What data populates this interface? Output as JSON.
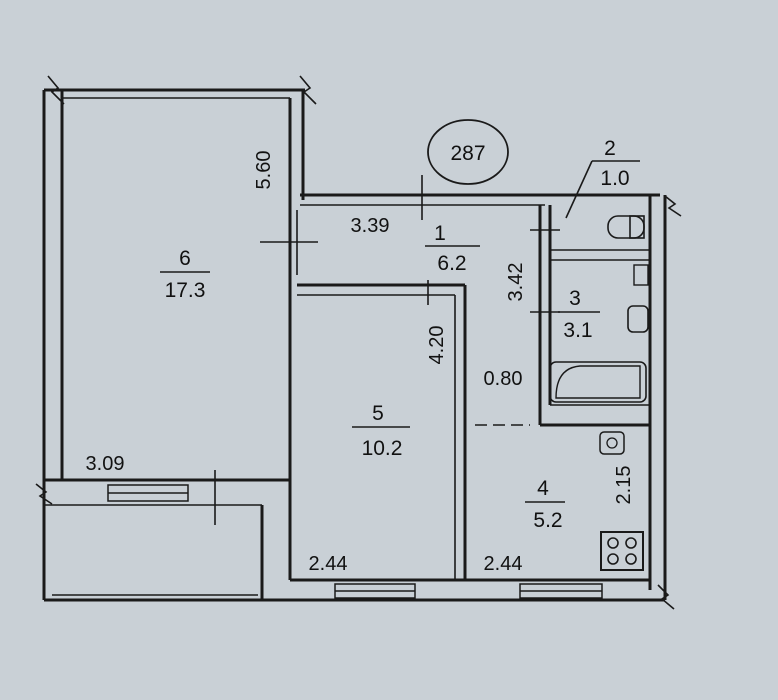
{
  "plan_number": "287",
  "rooms": [
    {
      "id": "1",
      "area": "6.2"
    },
    {
      "id": "2",
      "area": "1.0"
    },
    {
      "id": "3",
      "area": "3.1"
    },
    {
      "id": "4",
      "area": "5.2"
    },
    {
      "id": "5",
      "area": "10.2"
    },
    {
      "id": "6",
      "area": "17.3"
    }
  ],
  "dimensions": {
    "d_5_60": "5.60",
    "d_3_39": "3.39",
    "d_3_42": "3.42",
    "d_4_20": "4.20",
    "d_0_80": "0.80",
    "d_3_09": "3.09",
    "d_2_15": "2.15",
    "d_2_44_a": "2.44",
    "d_2_44_b": "2.44"
  }
}
